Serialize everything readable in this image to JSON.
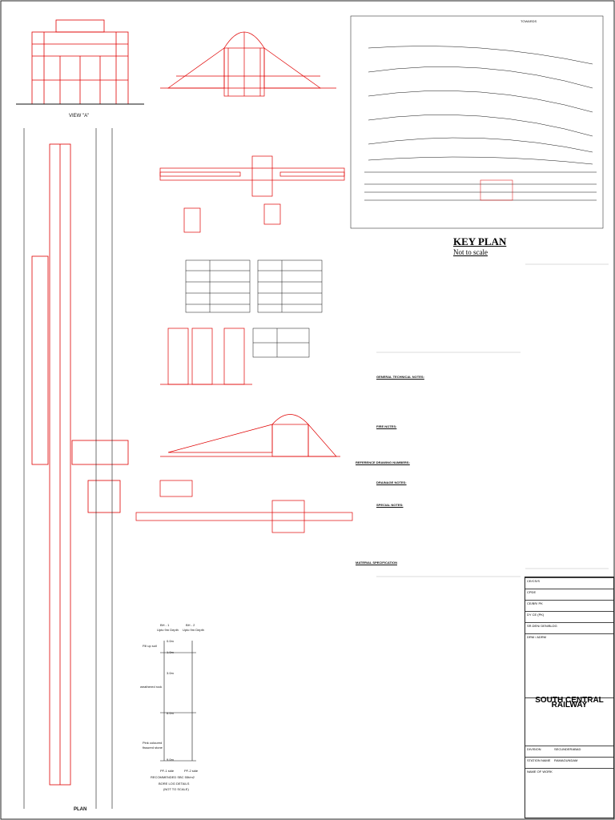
{
  "key_plan": {
    "title": "KEY PLAN",
    "subtitle": "Not to scale",
    "to_station": "TOWARDS"
  },
  "elevations": {
    "view_a": "VIEW \"A\"",
    "plan": "PLAN",
    "pf1_side": "PF-1 side",
    "pf2_side": "PF-2 side"
  },
  "bore_log": {
    "bh1": "BH - 1",
    "bh2": "BH - 2",
    "upto": "Upto 9m Depth",
    "fill_up_soil": "Fill up soil",
    "weathered_rock": "weathered rock",
    "pink_coloured": "Pink coloured",
    "fissured_stone": "fissured stone",
    "recommended": "RECOMMENDED SBC 55t/m2",
    "caption": "BORE LOG DETAILS",
    "not_to_scale": "(NOT TO SCALE)",
    "depths": [
      "0.0m",
      "1.0m",
      "3.0m",
      "6.0m",
      "9.0m"
    ]
  },
  "notes": {
    "general": "GENERAL TECHNICAL NOTES:",
    "fire": "FIRE NOTES:",
    "drainage": "DRAINAGE NOTES:",
    "special": "SPECIAL NOTES:",
    "reference": "REFERENCE DRAWING NUMBERS:",
    "material": "MATERIAL SPECIFICATION"
  },
  "title_block": {
    "railway": "SOUTH CENTRAL RAILWAY",
    "rows": [
      {
        "k": "CE/CS/S",
        "v": ""
      },
      {
        "k": "CPDE",
        "v": ""
      },
      {
        "k": "CE/BR/ PK",
        "v": ""
      },
      {
        "k": "DY CE (PK)",
        "v": ""
      },
      {
        "k": "SR.DEN/ DEN/BLDG",
        "v": ""
      },
      {
        "k": "DRM / ADRM",
        "v": ""
      },
      {
        "k": "DIVISION",
        "v": "SECUNDERABAD"
      },
      {
        "k": "STATION NAME",
        "v": "RAMAGUNDAM"
      },
      {
        "k": "NAME OF WORK",
        "v": ""
      }
    ]
  },
  "colors": {
    "line": "#e00000",
    "ink": "#111111"
  }
}
